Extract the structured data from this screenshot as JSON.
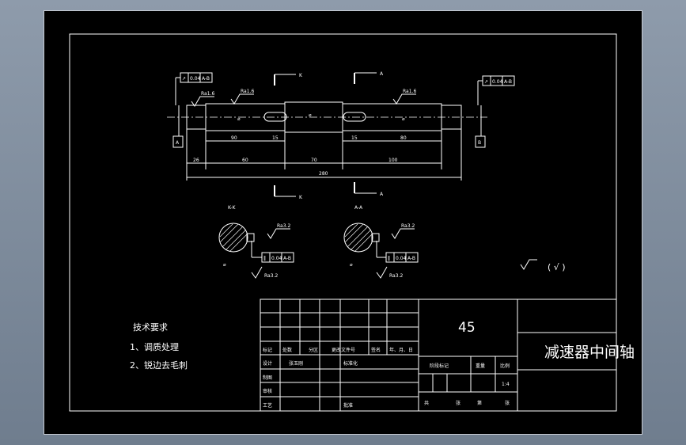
{
  "drawing": {
    "section_labels": [
      "K",
      "A"
    ],
    "section_titles": [
      "K-K",
      "A-A"
    ],
    "datum_labels": [
      "A",
      "B"
    ],
    "dimensions": {
      "d_90": "90",
      "d_15": "15",
      "d_70": "70",
      "d_80": "80",
      "d_26": "26",
      "d_60": "60",
      "d_100": "100",
      "d_280": "280"
    },
    "tolerance_frames": {
      "left_top": [
        "↗",
        "0.04",
        "A-B"
      ],
      "right_top": [
        "↗",
        "0.04",
        "A-B"
      ],
      "kk": [
        "‖",
        "0.04",
        "A-B"
      ],
      "aa": [
        "‖",
        "0.04",
        "A-B"
      ]
    },
    "roughness_values": [
      "Ra1.6",
      "Ra1.6",
      "Ra1.6",
      "Ra3.2",
      "Ra3.2",
      "Ra3.2",
      "Ra3.2"
    ],
    "general_roughness_note": "( √ )"
  },
  "technical_requirements": {
    "title": "技术要求",
    "items": [
      "1、调质处理",
      "2、锐边去毛刺"
    ]
  },
  "title_block": {
    "material": "45",
    "part_name": "减速器中间轴",
    "revision_headers": [
      "标记",
      "处数",
      "分区",
      "更改文件号",
      "签名",
      "年、月、日"
    ],
    "design_label": "设计",
    "designer": "张玉刚",
    "standardization_label": "标准化",
    "draw_label": "制图",
    "check_label": "审核",
    "process_label": "工艺",
    "approve_label": "批准",
    "stage_label": "阶段标记",
    "weight_label": "重量",
    "scale_label": "比例",
    "scale_value": "1:4",
    "sheets_total_label": "共",
    "sheets_unit_1": "张",
    "sheets_index_label": "第",
    "sheets_unit_2": "张"
  }
}
